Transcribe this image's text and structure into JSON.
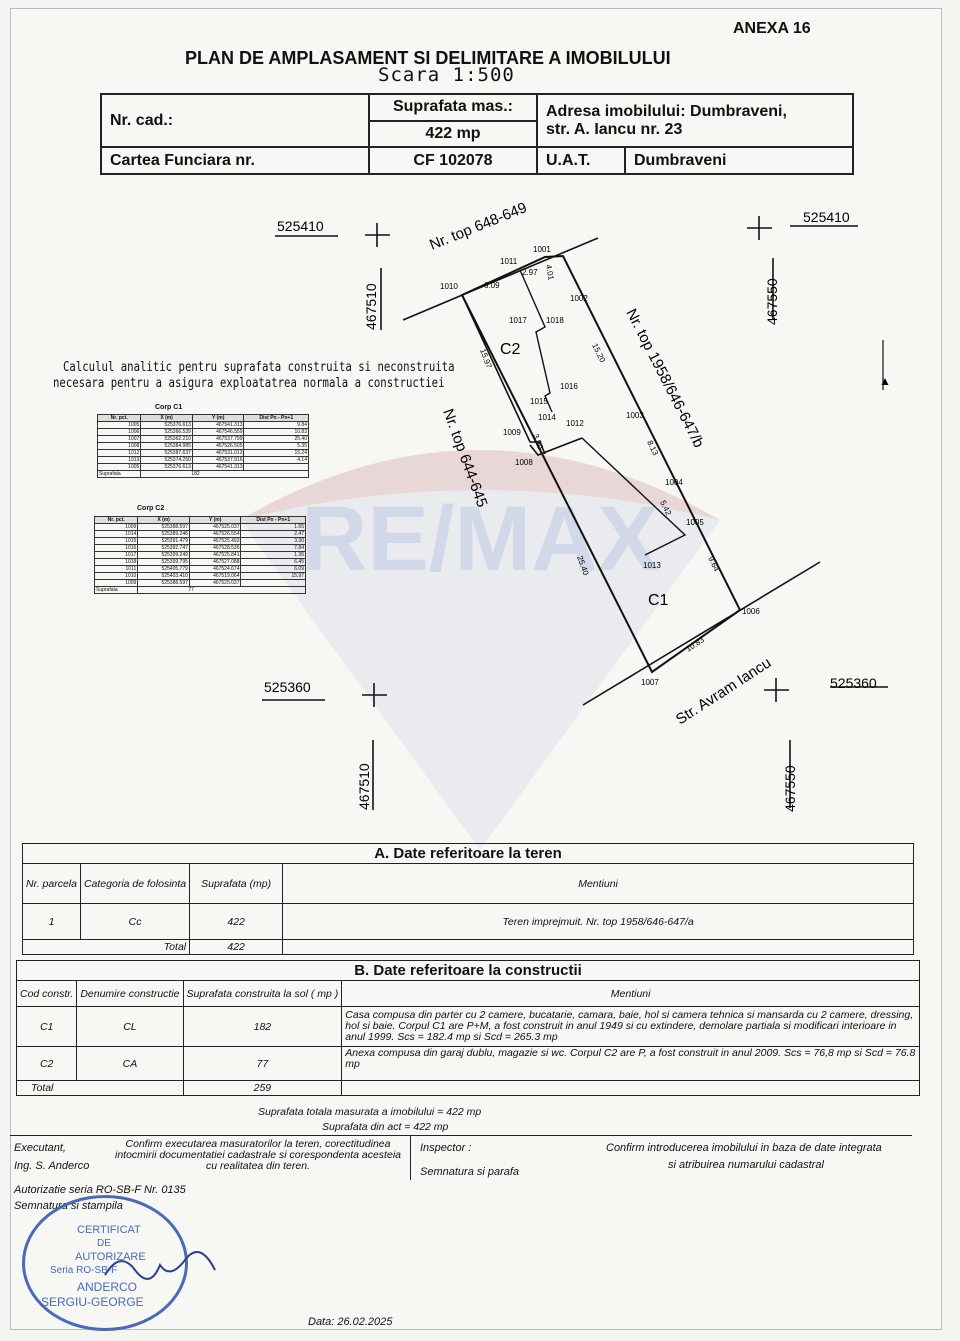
{
  "annex": "ANEXA 16",
  "title": "PLAN DE AMPLASAMENT SI DELIMITARE A IMOBILULUI",
  "scale": "Scara 1:500",
  "header": {
    "nr_cad_label": "Nr. cad.:",
    "suprafata_label": "Suprafata mas.:",
    "suprafata_value": "422 mp",
    "adresa_line1": "Adresa imobilului: Dumbraveni,",
    "adresa_line2": "str. A. Iancu nr. 23",
    "cf_label": "Cartea Funciara  nr.",
    "cf_value": "CF 102078",
    "uat_label": "U.A.T.",
    "uat_value": "Dumbraveni"
  },
  "coords": {
    "top_left_x": "525410",
    "top_right_x": "525410",
    "bottom_left_x": "525360",
    "bottom_right_x": "525360",
    "left_y_top": "467510",
    "right_y_top": "467550",
    "left_y_bottom": "467510",
    "right_y_bottom": "467550"
  },
  "plan": {
    "road_top": "Nr. top 648-649",
    "road_right": "Nr. top 1958/646-647/b",
    "road_left": "Nr. top 644-645",
    "street": "Str. Avram Iancu",
    "c1": "C1",
    "c2": "C2",
    "points": [
      "1001",
      "1002",
      "1003",
      "1004",
      "1005",
      "1006",
      "1007",
      "1008",
      "1009",
      "1010",
      "1011",
      "1012",
      "1013",
      "1014",
      "1015",
      "1016",
      "1017",
      "1018"
    ],
    "dims": [
      "6.09",
      "2.97",
      "4.01",
      "15.20",
      "8.13",
      "5.42",
      "9.64",
      "10.83",
      "25.40",
      "15.97",
      "3.90"
    ]
  },
  "calc_note_l1": "Calculul analitic pentru suprafata construita si neconstruita",
  "calc_note_l2": "necesara pentru a asigura exploatatrea normala a constructiei",
  "corp_c1": {
    "title": "Corp C1",
    "headers": [
      "Nr. pct.",
      "X (m)",
      "Y (m)",
      "Dist Pn - Pn+1"
    ],
    "rows": [
      [
        "1005",
        "525376.613",
        "467541.313",
        "9.84"
      ],
      [
        "1006",
        "525366.539",
        "467546.559",
        "10.83"
      ],
      [
        "1007",
        "525362.210",
        "467537.799",
        "25.40"
      ],
      [
        "1008",
        "525384.985",
        "467526.505",
        "5.35"
      ],
      [
        "1012",
        "525387.637",
        "467531.012",
        "15.24"
      ],
      [
        "1013",
        "525374.250",
        "467537.916",
        "4.14"
      ],
      [
        "1005",
        "525376.613",
        "467541.313",
        ""
      ]
    ],
    "surface_label": "Suprafata",
    "surface_value": "182"
  },
  "corp_c2": {
    "title": "Corp C2",
    "headers": [
      "Nr. pct.",
      "X (m)",
      "Y (m)",
      "Dist Pn - Pn+1"
    ],
    "rows": [
      [
        "1009",
        "525388.597",
        "467525.037",
        "1.65"
      ],
      [
        "1014",
        "525389.246",
        "467526.554",
        "2.47"
      ],
      [
        "1015",
        "525391.479",
        "467525.493",
        "3.30"
      ],
      [
        "1016",
        "525392.747",
        "467528.535",
        "7.84"
      ],
      [
        "1017",
        "525399.249",
        "467525.841",
        "1.36"
      ],
      [
        "1018",
        "525399.795",
        "467527.088",
        "6.45"
      ],
      [
        "1011",
        "525405.779",
        "467524.674",
        "6.09"
      ],
      [
        "1010",
        "525403.410",
        "467519.064",
        "15.97"
      ],
      [
        "1009",
        "525388.597",
        "467525.037",
        ""
      ]
    ],
    "surface_label": "Suprafata",
    "surface_value": "77"
  },
  "watermark": "RE/MAX",
  "section_a": {
    "title": "A. Date referitoare la teren",
    "headers": [
      "Nr. parcela",
      "Categoria de folosinta",
      "Suprafata (mp)",
      "Mentiuni"
    ],
    "row": [
      "1",
      "Cc",
      "422",
      "Teren imprejmuit. Nr. top 1958/646-647/a"
    ],
    "total_label": "Total",
    "total_value": "422"
  },
  "section_b": {
    "title": "B. Date referitoare la constructii",
    "headers": [
      "Cod constr.",
      "Denumire constructie",
      "Suprafata construita la sol ( mp )",
      "Mentiuni"
    ],
    "rows": [
      [
        "C1",
        "CL",
        "182",
        "Casa compusa din parter cu 2 camere, bucatarie, camara, baie, hol si camera tehnica si mansarda cu 2 camere, dressing, hol si baie. Corpul C1 are P+M, a fost construit in anul 1949 si cu extindere, demolare partiala si modificari interioare in anul 1999. Scs = 182.4 mp si Scd = 265.3 mp"
      ],
      [
        "C2",
        "CA",
        "77",
        "Anexa compusa din garaj dublu, magazie si wc. Corpul C2 are P, a fost construit in anul 2009. Scs = 76,8 mp si Scd = 76.8 mp"
      ]
    ],
    "total_label": "Total",
    "total_value": "259"
  },
  "totals": {
    "line1": "Suprafata totala masurata a imobilului = 422 mp",
    "line2": "Suprafata din act = 422 mp"
  },
  "footer": {
    "executant": "Executant,",
    "engineer": "Ing. S. Anderco",
    "confirm_left": "Confirm executarea masuratorilor la teren, corectitudinea intocmirii documentatiei cadastrale si corespondenta acesteia cu realitatea din teren.",
    "inspector": "Inspector :",
    "confirm_right_l1": "Confirm introducerea imobilului in baza de date integrata",
    "confirm_right_l2": "si atribuirea numarului cadastral",
    "signature_label": "Semnatura si parafa",
    "authorization": "Autorizatie seria RO-SB-F Nr. 0135",
    "sign_stamp": "Semnatura si stampila",
    "date": "Data: 26.02.2025"
  },
  "stamp": {
    "l1": "CERTIFICAT",
    "l2": "DE",
    "l3": "AUTORIZARE",
    "l4": "Seria RO-SB-F",
    "l5": "ANDERCO",
    "l6": "SERGIU-GEORGE"
  }
}
